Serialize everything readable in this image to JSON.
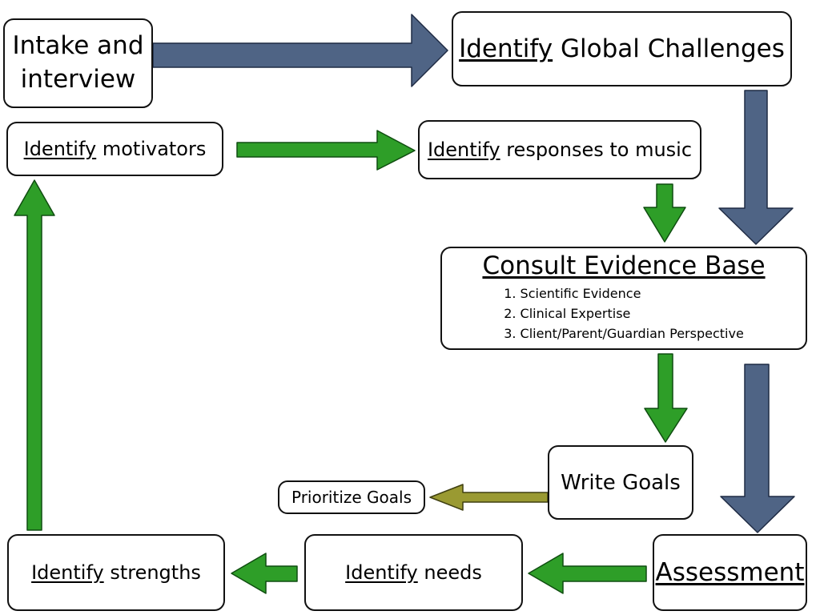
{
  "colors": {
    "primary_arrow": "#4f6485",
    "primary_arrow_stroke": "#1f2b44",
    "secondary_arrow": "#2e9e28",
    "secondary_arrow_stroke": "#0f4d10",
    "minor_arrow": "#9a9a32",
    "minor_arrow_stroke": "#3f3f10"
  },
  "nodes": {
    "intake": {
      "line1": "Intake and",
      "line2": "interview"
    },
    "global_challenges": {
      "emph": "Identify",
      "rest": " Global Challenges"
    },
    "motivators": {
      "emph": "Identify",
      "rest": " motivators"
    },
    "responses": {
      "emph": "Identify",
      "rest": " responses to music"
    },
    "evidence": {
      "title": "Consult Evidence Base",
      "items": [
        "1. Scientific Evidence",
        "2. Clinical Expertise",
        "3. Client/Parent/Guardian Perspective"
      ]
    },
    "write_goals": "Write Goals",
    "prioritize_goals": "Prioritize Goals",
    "strengths": {
      "emph": "Identify",
      "rest": " strengths"
    },
    "needs": {
      "emph": "Identify",
      "rest": " needs"
    },
    "assessment": "Assessment"
  }
}
